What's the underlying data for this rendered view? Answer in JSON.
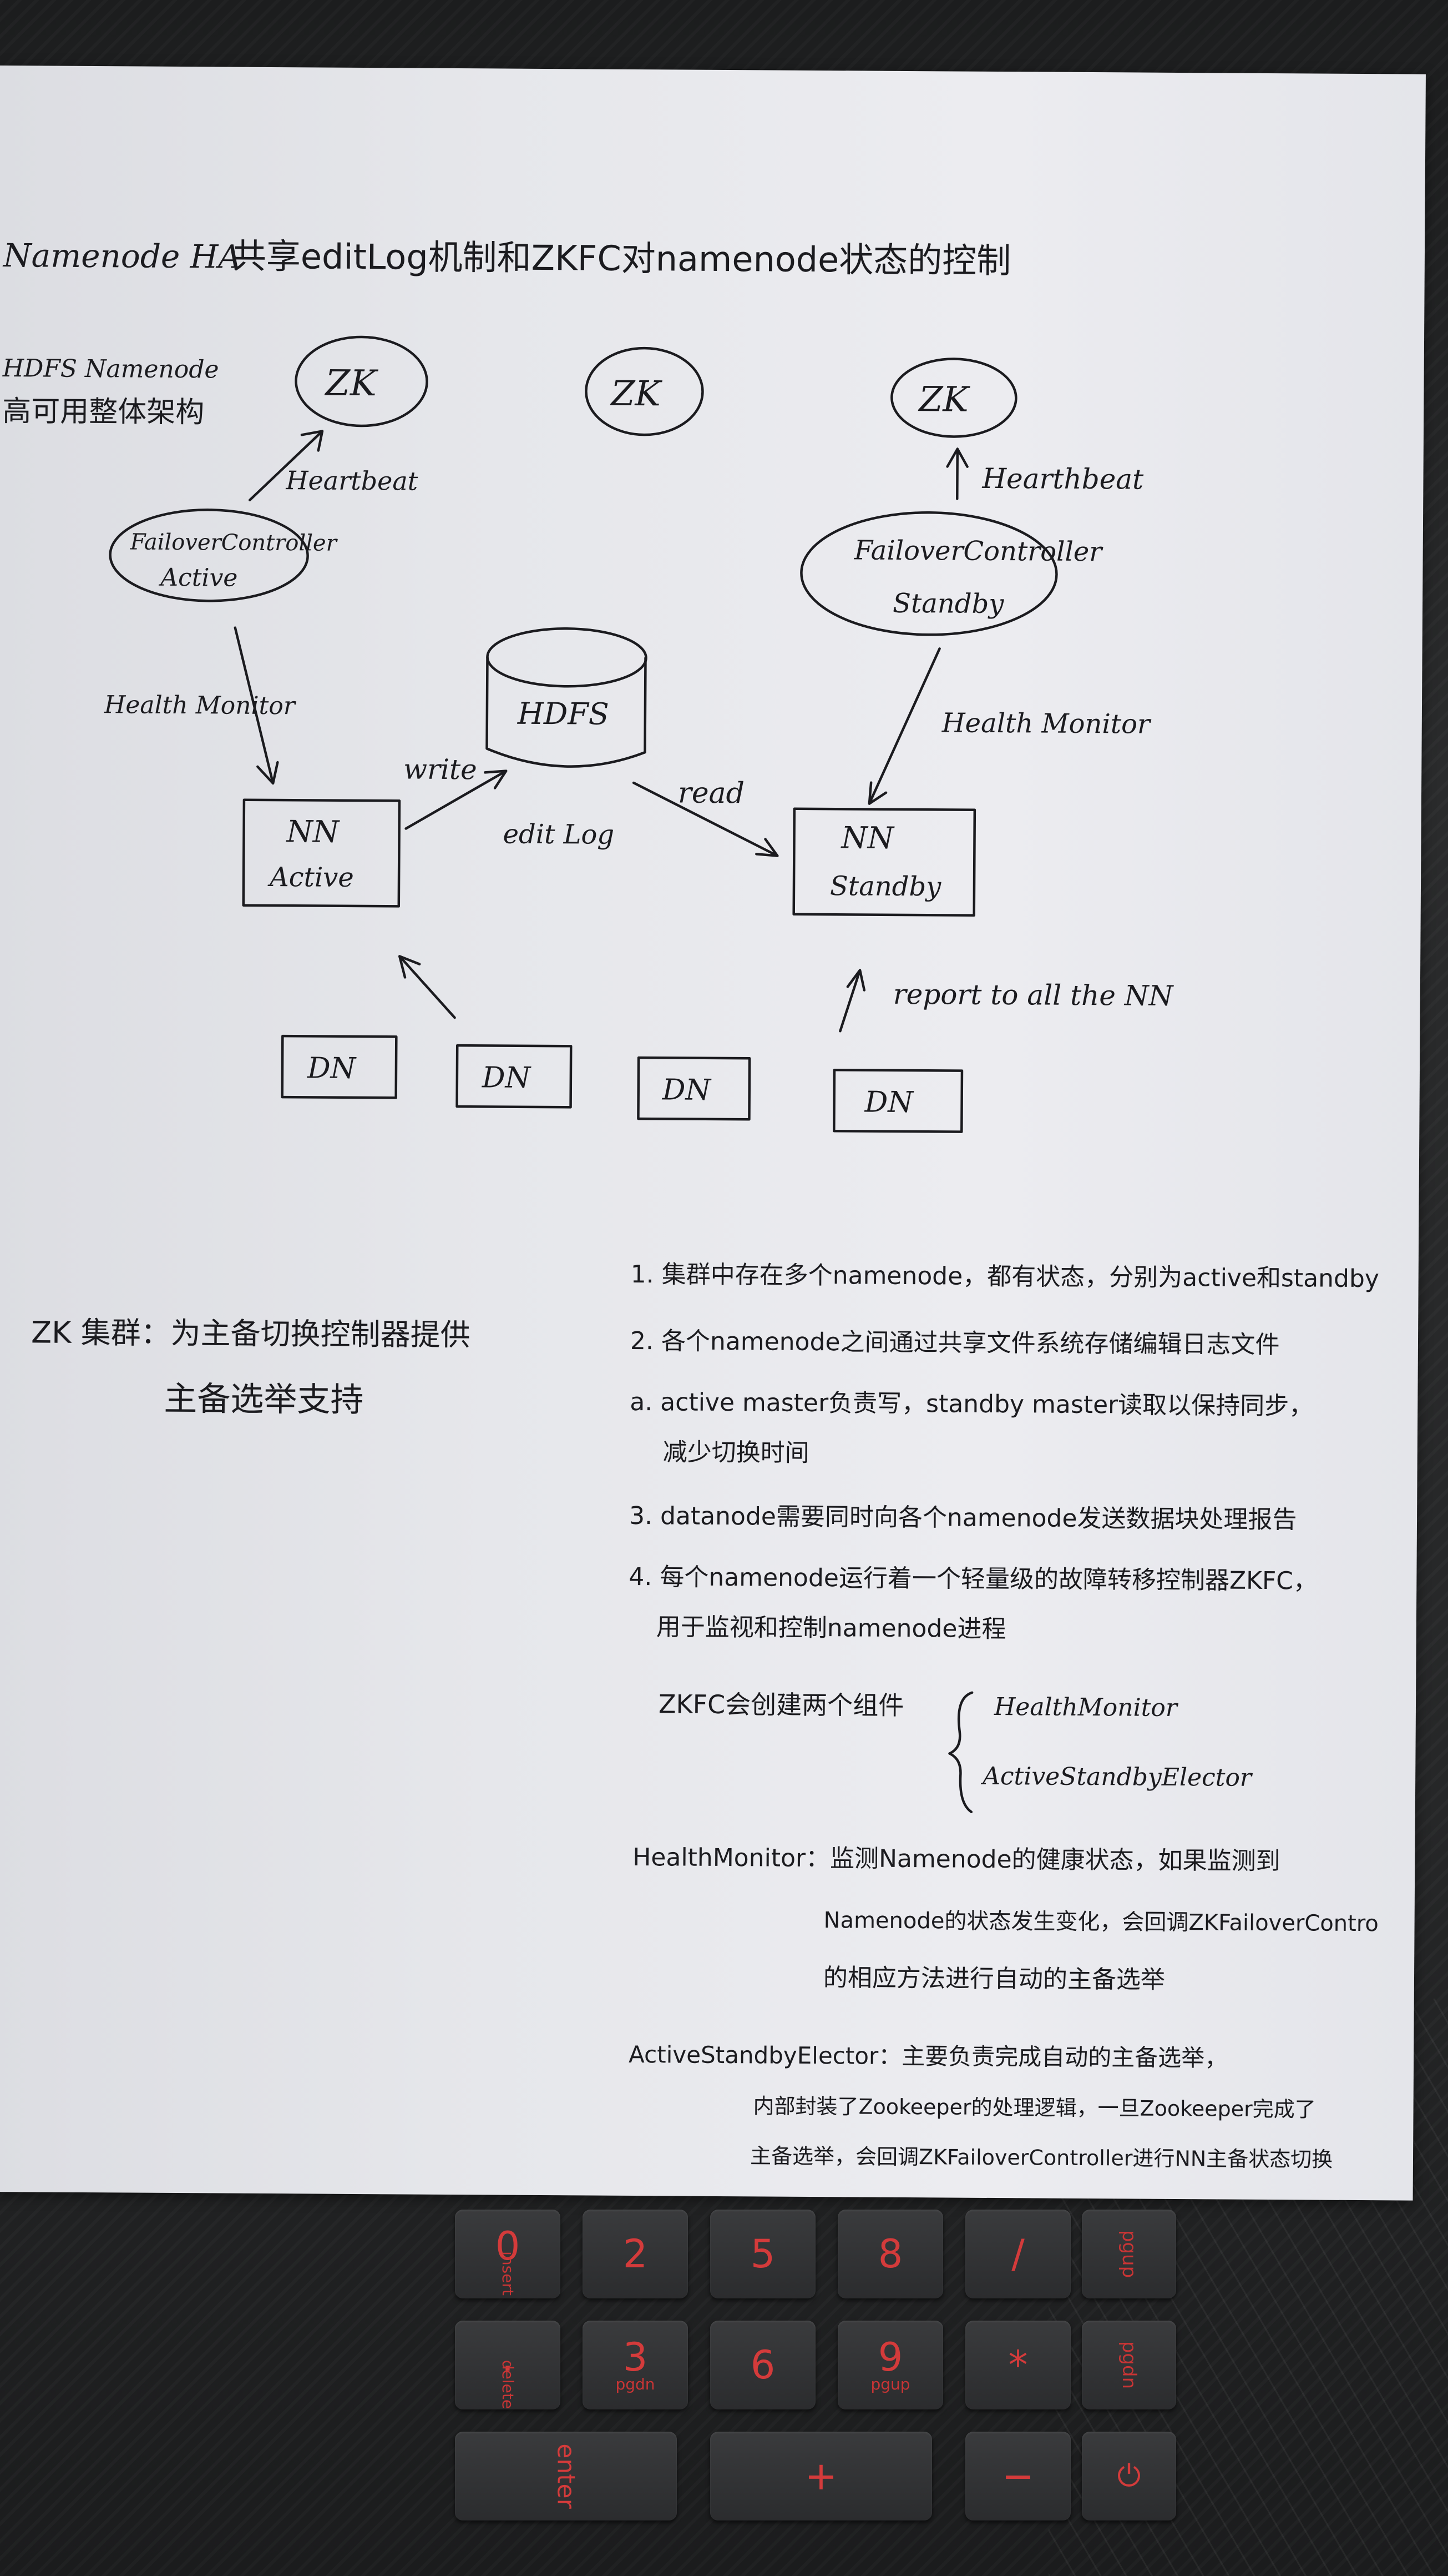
{
  "note": {
    "title": "Namenode HA",
    "title_cn": "共享editLog机制和ZKFC对namenode状态的控制",
    "side_label_line1": "HDFS Namenode",
    "side_label_line2": "高可用整体架构",
    "diagram": {
      "zk_left": "ZK",
      "zk_middle": "ZK",
      "zk_right": "ZK",
      "heartbeat_left": "Heartbeat",
      "heartbeat_right": "Hearthbeat",
      "fc_active_line1": "FailoverController",
      "fc_active_line2": "Active",
      "fc_standby_line1": "FailoverController",
      "fc_standby_line2": "Standby",
      "health_monitor_left": "Health Monitor",
      "health_monitor_right": "Health Monitor",
      "hdfs": "HDFS",
      "write": "write",
      "read": "read",
      "edit_log": "edit Log",
      "nn_active_line1": "NN",
      "nn_active_line2": "Active",
      "nn_standby_line1": "NN",
      "nn_standby_line2": "Standby",
      "report": "report to all the NN",
      "dn": [
        "DN",
        "DN",
        "DN",
        "DN"
      ]
    },
    "zk_cluster_line1": "ZK 集群：为主备切换控制器提供",
    "zk_cluster_line2": "主备选举支持",
    "points": [
      "1. 集群中存在多个namenode，都有状态，分别为active和standby",
      "2. 各个namenode之间通过共享文件系统存储编辑日志文件",
      "a. active master负责写，standby master读取以保持同步，",
      "减少切换时间",
      "3. datanode需要同时向各个namenode发送数据块处理报告",
      "4. 每个namenode运行着一个轻量级的故障转移控制器ZKFC，",
      "用于监视和控制namenode进程"
    ],
    "zkfc_components_label": "ZKFC会创建两个组件",
    "zkfc_components": [
      "HealthMonitor",
      "ActiveStandbyElector"
    ],
    "health_monitor_desc": [
      "HealthMonitor：监测Namenode的健康状态，如果监测到",
      "Namenode的状态发生变化，会回调ZKFailoverContro",
      "的相应方法进行自动的主备选举"
    ],
    "elector_desc": [
      "ActiveStandbyElector：主要负责完成自动的主备选举，",
      "内部封装了Zookeeper的处理逻辑，一旦Zookeeper完成了",
      "主备选举，会回调ZKFailoverController进行NN主备状态切换"
    ]
  },
  "keyboard": {
    "row1": [
      {
        "main": "0",
        "sub": "insert"
      },
      {
        "main": "2",
        "sub": ""
      },
      {
        "main": "5",
        "sub": ""
      },
      {
        "main": "8",
        "sub": ""
      },
      {
        "main": "/",
        "sub": ""
      },
      {
        "main": "",
        "sub": "pgup"
      }
    ],
    "row2": [
      {
        "main": ".",
        "sub": "delete"
      },
      {
        "main": "3",
        "sub": "pgdn"
      },
      {
        "main": "6",
        "sub": ""
      },
      {
        "main": "9",
        "sub": "pgup"
      },
      {
        "main": "*",
        "sub": ""
      },
      {
        "main": "",
        "sub": "pgdn"
      }
    ],
    "row3": [
      {
        "main": "enter",
        "sub": ""
      },
      {
        "main": "+",
        "sub": ""
      },
      {
        "main": "−",
        "sub": ""
      },
      {
        "main": "⏻",
        "sub": ""
      }
    ]
  }
}
